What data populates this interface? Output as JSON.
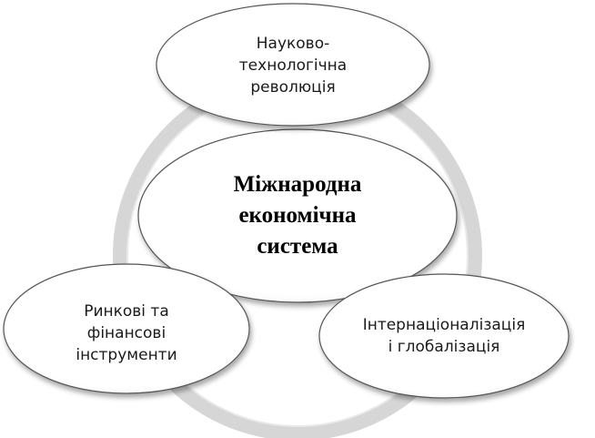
{
  "diagram": {
    "center": {
      "lines": [
        "Міжнародна",
        "економічна",
        "система"
      ]
    },
    "nodes": {
      "top": {
        "lines": [
          "Науково-",
          "технологічна",
          "революція"
        ]
      },
      "left": {
        "lines": [
          "Ринкові та",
          "фінансові",
          "інструменти"
        ]
      },
      "right": {
        "lines": [
          "Інтернаціоналізація",
          "і глобалізація"
        ]
      }
    }
  },
  "colors": {
    "ring": "#dadada",
    "ring_shadow": "#c4c4c4",
    "ellipse_fill": "#ffffff",
    "ellipse_stroke": "#555555",
    "text": "#1a1a1a"
  }
}
